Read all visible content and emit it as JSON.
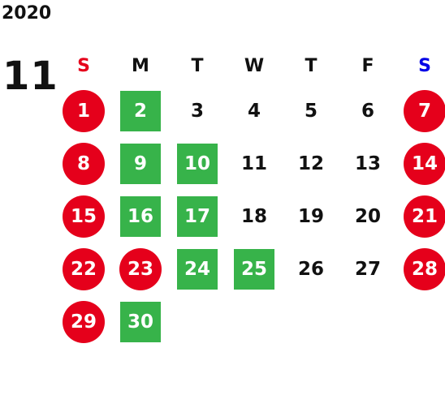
{
  "calendar": {
    "year": "2020",
    "month": "11",
    "weekdays": [
      {
        "label": "S",
        "color": "#e5001b"
      },
      {
        "label": "M",
        "color": "#111111"
      },
      {
        "label": "T",
        "color": "#111111"
      },
      {
        "label": "W",
        "color": "#111111"
      },
      {
        "label": "T",
        "color": "#111111"
      },
      {
        "label": "F",
        "color": "#111111"
      },
      {
        "label": "S",
        "color": "#0000e6"
      }
    ],
    "colors": {
      "holiday": "#e5001b",
      "green": "#37b34a",
      "text": "#111111"
    },
    "days": [
      {
        "day": "1",
        "style": "holiday"
      },
      {
        "day": "2",
        "style": "green"
      },
      {
        "day": "3",
        "style": "plain"
      },
      {
        "day": "4",
        "style": "plain"
      },
      {
        "day": "5",
        "style": "plain"
      },
      {
        "day": "6",
        "style": "plain"
      },
      {
        "day": "7",
        "style": "holiday"
      },
      {
        "day": "8",
        "style": "holiday"
      },
      {
        "day": "9",
        "style": "green"
      },
      {
        "day": "10",
        "style": "green"
      },
      {
        "day": "11",
        "style": "plain"
      },
      {
        "day": "12",
        "style": "plain"
      },
      {
        "day": "13",
        "style": "plain"
      },
      {
        "day": "14",
        "style": "holiday"
      },
      {
        "day": "15",
        "style": "holiday"
      },
      {
        "day": "16",
        "style": "green"
      },
      {
        "day": "17",
        "style": "green"
      },
      {
        "day": "18",
        "style": "plain"
      },
      {
        "day": "19",
        "style": "plain"
      },
      {
        "day": "20",
        "style": "plain"
      },
      {
        "day": "21",
        "style": "holiday"
      },
      {
        "day": "22",
        "style": "holiday"
      },
      {
        "day": "23",
        "style": "holiday"
      },
      {
        "day": "24",
        "style": "green"
      },
      {
        "day": "25",
        "style": "green"
      },
      {
        "day": "26",
        "style": "plain"
      },
      {
        "day": "27",
        "style": "plain"
      },
      {
        "day": "28",
        "style": "holiday"
      },
      {
        "day": "29",
        "style": "holiday"
      },
      {
        "day": "30",
        "style": "green"
      }
    ]
  }
}
